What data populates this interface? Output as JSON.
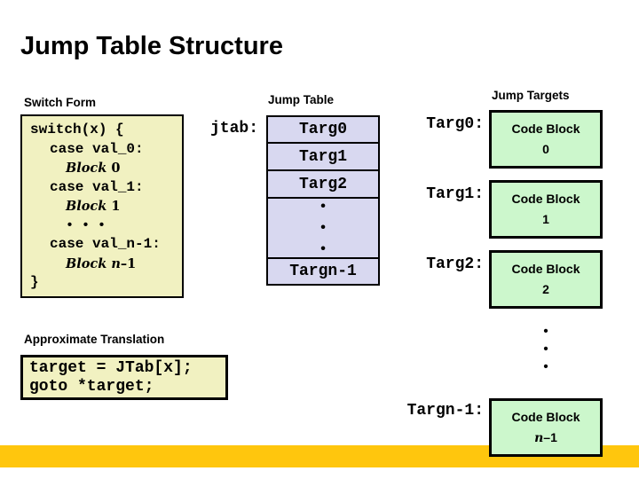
{
  "slide": {
    "title": "Jump Table Structure"
  },
  "colors": {
    "code_box_bg": "#F1F1C1",
    "jump_table_bg": "#D8D8F0",
    "code_block_bg": "#CCF7CC",
    "footer_bar": "#FFC60D",
    "border": "#000000"
  },
  "switch_form": {
    "heading": "Switch Form",
    "code_lines": [
      {
        "text": "switch(x) {"
      },
      {
        "text": "case val_0:"
      },
      {
        "word": "Block",
        "num_italic": "",
        "num": "0"
      },
      {
        "text": "case val_1:"
      },
      {
        "word": "Block",
        "num_italic": "",
        "num": "1"
      },
      {
        "text": "• • •"
      },
      {
        "text": "case val_n-1:"
      },
      {
        "word": "Block",
        "num_italic": "n",
        "num": "–1"
      },
      {
        "text": "}"
      }
    ]
  },
  "jump_table": {
    "heading": "Jump Table",
    "pointer_label": "jtab:",
    "entries": [
      "Targ0",
      "Targ1",
      "Targ2"
    ],
    "dots": [
      "•",
      "•",
      "•"
    ],
    "last_entry": "Targn-1"
  },
  "jump_targets": {
    "heading": "Jump Targets",
    "items": [
      {
        "label": "Targ0:",
        "line1": "Code Block",
        "num_italic": "",
        "num": "0"
      },
      {
        "label": "Targ1:",
        "line1": "Code Block",
        "num_italic": "",
        "num": "1"
      },
      {
        "label": "Targ2:",
        "line1": "Code Block",
        "num_italic": "",
        "num": "2"
      },
      {
        "label": "Targn-1:",
        "line1": "Code Block",
        "num_italic": "n",
        "num": "–1"
      }
    ],
    "dots": [
      "•",
      "•",
      "•"
    ]
  },
  "approx_translation": {
    "heading": "Approximate Translation",
    "code_lines": [
      "target = JTab[x];",
      "goto *target;"
    ]
  }
}
